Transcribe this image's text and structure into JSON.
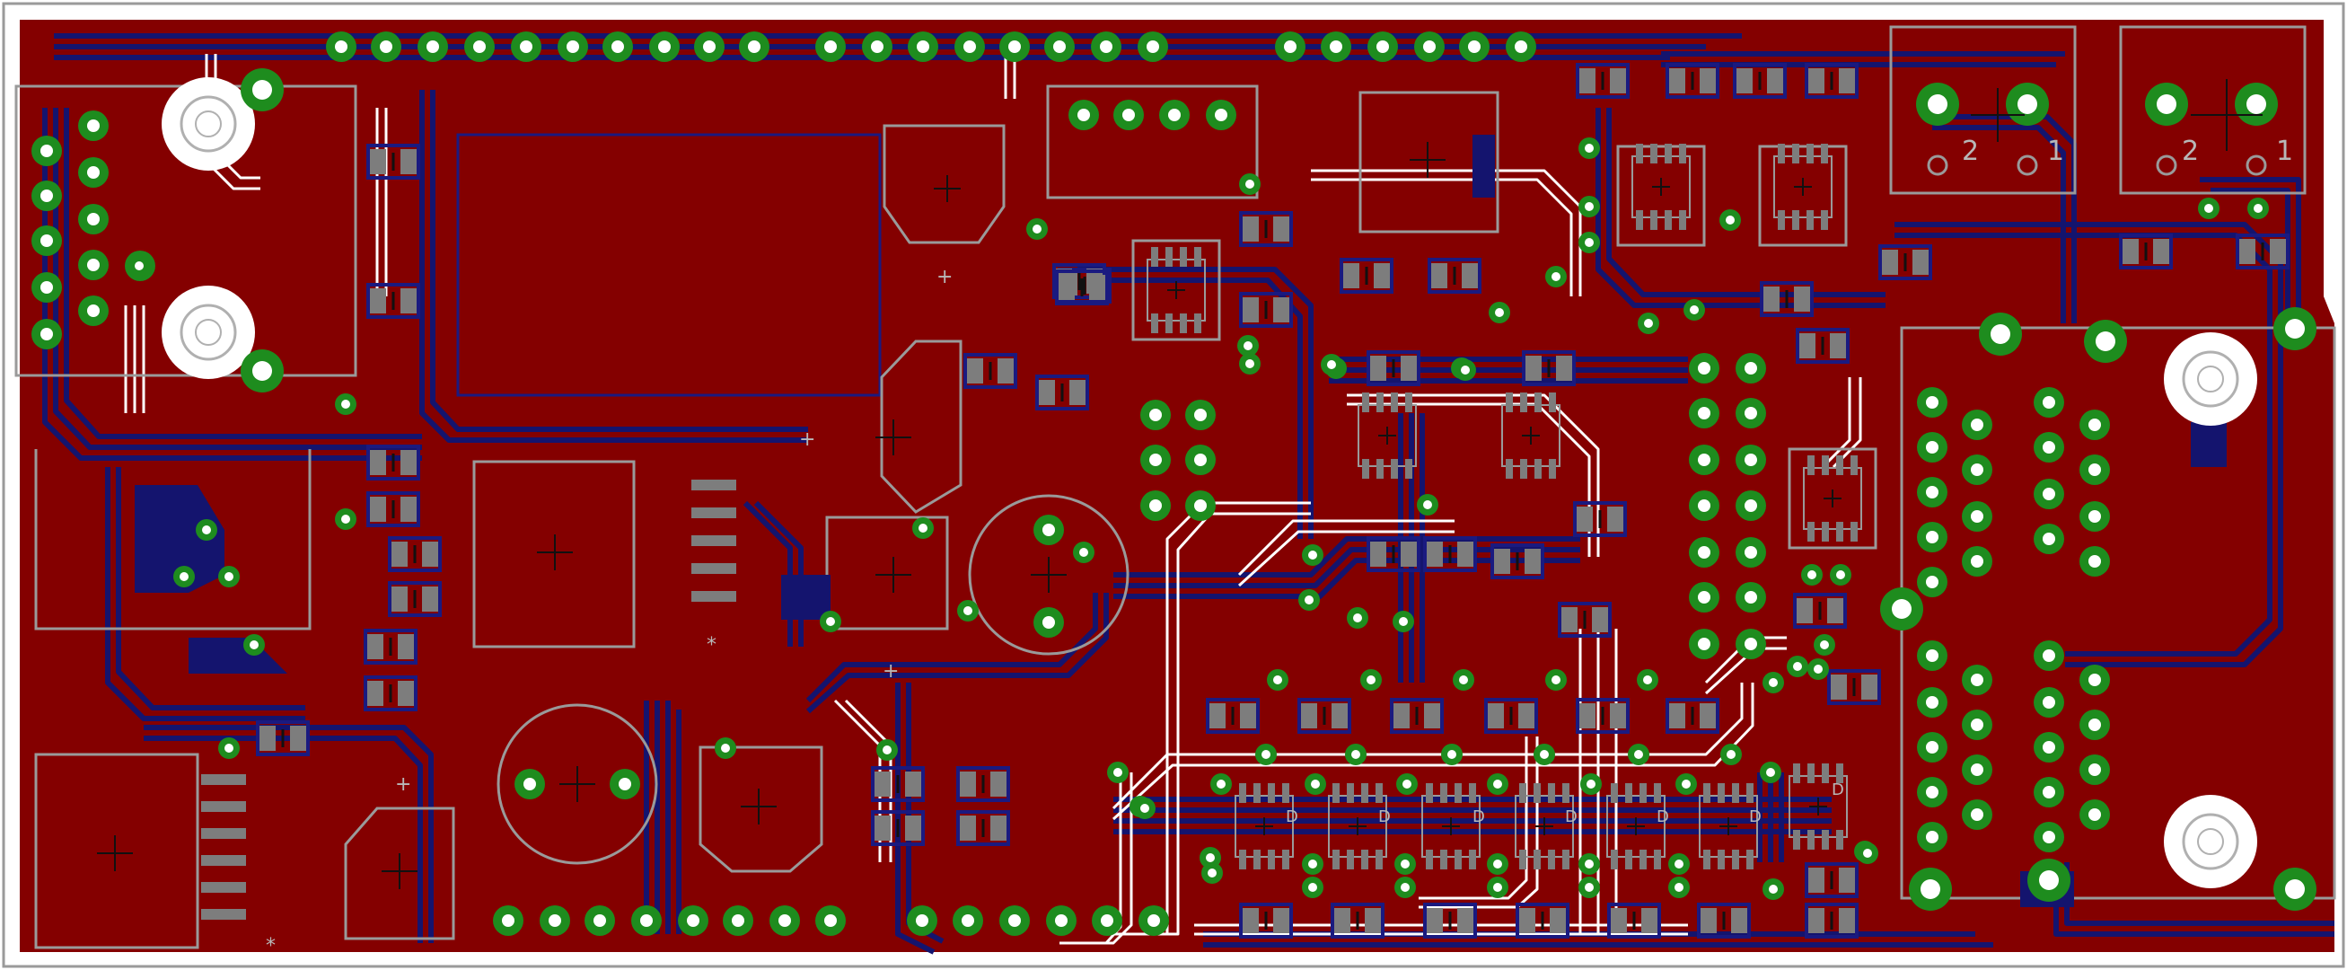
{
  "colors": {
    "background": "#ffffff",
    "board_fill": "#840000",
    "bottom_trace": "#14146e",
    "top_trace": "#ffffff",
    "silkscreen": "#9a9a9a",
    "pad_copper": "#1e8c1e",
    "smd_pad": "#7d7d7d",
    "drill": "#ffffff"
  },
  "connector_labels": {
    "left_pin_2": "2",
    "left_pin_1": "1",
    "right_pin_2": "2",
    "right_pin_1": "1"
  },
  "silk_marks": {
    "plus": "+",
    "star": "*",
    "diode": "D"
  }
}
